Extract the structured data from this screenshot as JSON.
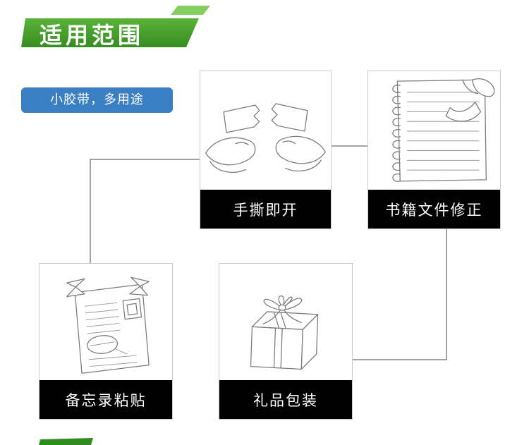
{
  "banner": {
    "title": "适用范围"
  },
  "badge": {
    "label": "小胶带，多用途"
  },
  "cards": [
    {
      "id": "tear-open",
      "caption": "手撕即开"
    },
    {
      "id": "book-correction",
      "caption": "书籍文件修正"
    },
    {
      "id": "memo-paste",
      "caption": "备忘录粘贴"
    },
    {
      "id": "gift-wrap",
      "caption": "礼品包装"
    }
  ],
  "colors": {
    "banner_green_top": "#5ab339",
    "banner_green_bottom": "#368c21",
    "banner_accent": "#84cd60",
    "badge_blue": "#3a7fc2",
    "caption_bg": "#000000",
    "caption_text": "#ffffff",
    "connector": "#4a4a4a",
    "card_border": "#cccccc"
  }
}
